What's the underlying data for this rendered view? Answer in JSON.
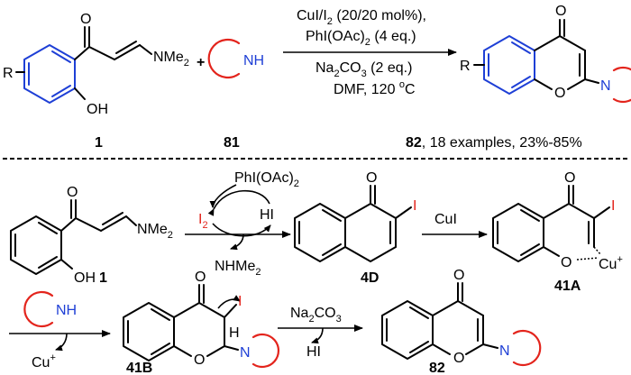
{
  "colors": {
    "ring_highlight": "#1e3fd6",
    "amine_highlight": "#e3241c",
    "text": "#000000"
  },
  "top_reaction": {
    "sm_R": "R",
    "sm_O": "O",
    "sm_OH": "OH",
    "sm_NMe2": "NMe",
    "sm_NMe2_sub": "2",
    "sm_label": "1",
    "plus": "+",
    "amine_NH": "NH",
    "amine_label": "81",
    "cond1": "CuI/I",
    "cond1_sub": "2",
    "cond1_tail": " (20/20 mol%),",
    "cond2": "PhI(OAc)",
    "cond2_sub": "2",
    "cond2_tail": " (4 eq.)",
    "cond3": "Na",
    "cond3_sub1": "2",
    "cond3_mid": "CO",
    "cond3_sub2": "3",
    "cond3_tail": " (2 eq.)",
    "cond4": "DMF, 120 ",
    "cond4_sup": "o",
    "cond4_tail": "C",
    "prod_R": "R",
    "prod_O_top": "O",
    "prod_O_ring": "O",
    "prod_N": "N",
    "prod_label": "82",
    "prod_desc": ", 18 examples, 23%-85%"
  },
  "mechanism": {
    "sm_O": "O",
    "sm_OH": "OH",
    "sm_NMe2": "NMe",
    "sm_NMe2_sub": "2",
    "sm_label": "1",
    "oxidant": "PhI(OAc)",
    "oxidant_sub": "2",
    "iodine": "I",
    "iodine_sub": "2",
    "hi": "HI",
    "byproduct": "NHMe",
    "byproduct_sub": "2",
    "int_4D_O": "O",
    "int_4D_I": "I",
    "int_4D_label": "4D",
    "cui": "CuI",
    "int_41A_O_top": "O",
    "int_41A_I": "I",
    "int_41A_O_ring": "O",
    "int_41A_Cu": "Cu",
    "int_41A_Cu_sup": "+",
    "int_41A_label": "41A",
    "amine_NH": "NH",
    "cu_out": "Cu",
    "cu_out_sup": "+",
    "int_41B_O_top": "O",
    "int_41B_I": "I",
    "int_41B_H": "H",
    "int_41B_O_ring": "O",
    "int_41B_N": "N",
    "int_41B_label": "41B",
    "base": "Na",
    "base_sub1": "2",
    "base_mid": "CO",
    "base_sub2": "3",
    "base_hi": "HI",
    "final_O_top": "O",
    "final_O_ring": "O",
    "final_N": "N",
    "final_label": "82"
  }
}
